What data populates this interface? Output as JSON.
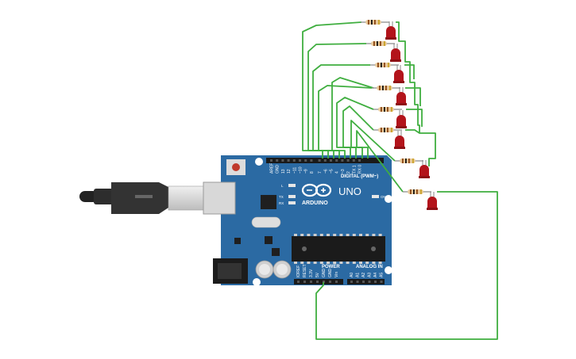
{
  "board": {
    "brand": "ARDUINO",
    "model": "UNO",
    "digital_header": "DIGITAL (PWM~)",
    "power_header": "POWER",
    "analog_header": "ANALOG IN",
    "led_l": "L",
    "led_tx": "TX",
    "led_rx": "RX",
    "led_on": "ON",
    "digital_pins": [
      "AREF",
      "GND",
      "13",
      "12",
      "~11",
      "~10",
      "~9",
      "8",
      "7",
      "~6",
      "~5",
      "4",
      "~3",
      "2",
      "TX 1",
      "RX 0"
    ],
    "power_pins": [
      "IOREF",
      "RESET",
      "3.3V",
      "5V",
      "GND",
      "GND",
      "Vin"
    ],
    "analog_pins": [
      "A0",
      "A1",
      "A2",
      "A3",
      "A4",
      "A5"
    ]
  },
  "colors": {
    "board": "#2b6aa3",
    "wire": "#3fae3f",
    "led": "#b3141b",
    "resistor": "#e8c99a",
    "usb_plug": "#2d2d2d"
  },
  "components": {
    "led_count": 8,
    "resistor_count": 8
  }
}
